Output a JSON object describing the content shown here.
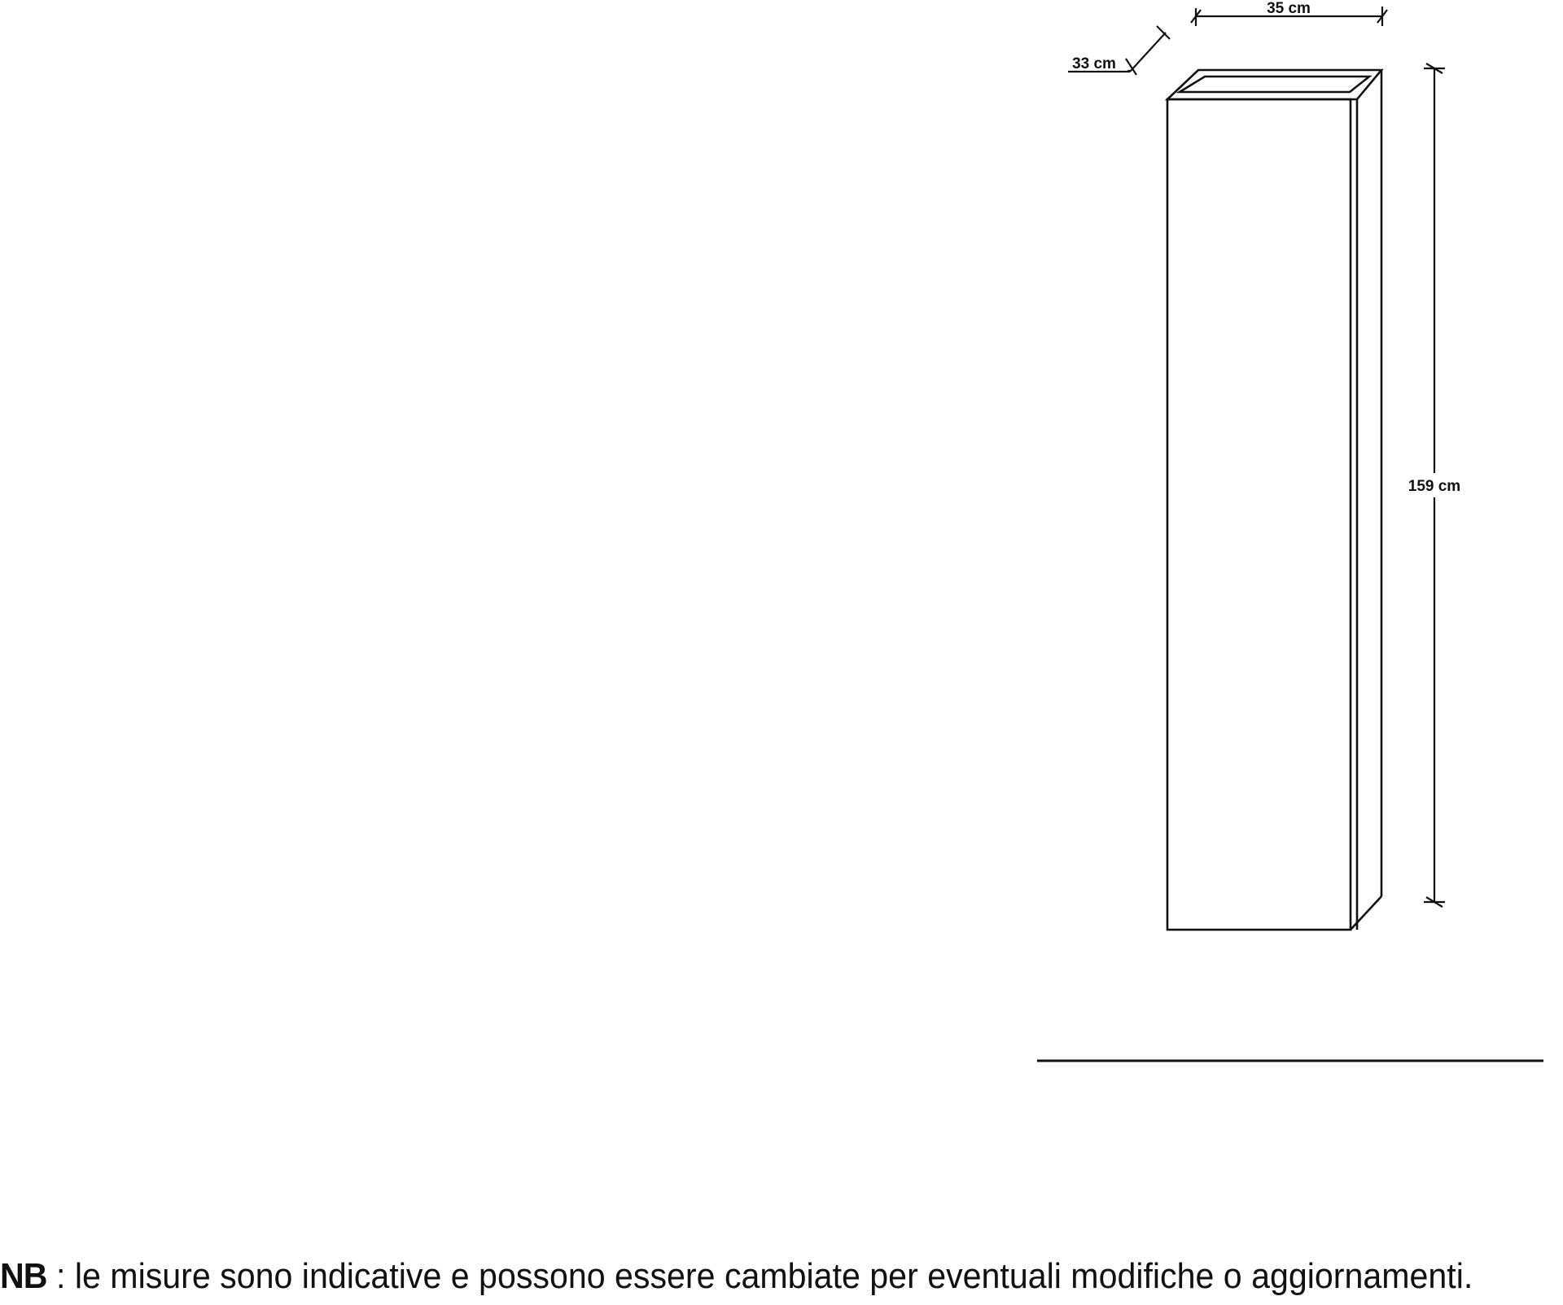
{
  "diagram": {
    "dimensions": {
      "width": "35 cm",
      "depth": "33 cm",
      "height": "159 cm"
    }
  },
  "note": {
    "prefix": "NB",
    "text": " : le misure sono indicative e possono essere cambiate per eventuali modifiche o aggiornamenti."
  },
  "colors": {
    "line": "#111111",
    "background": "#ffffff"
  }
}
